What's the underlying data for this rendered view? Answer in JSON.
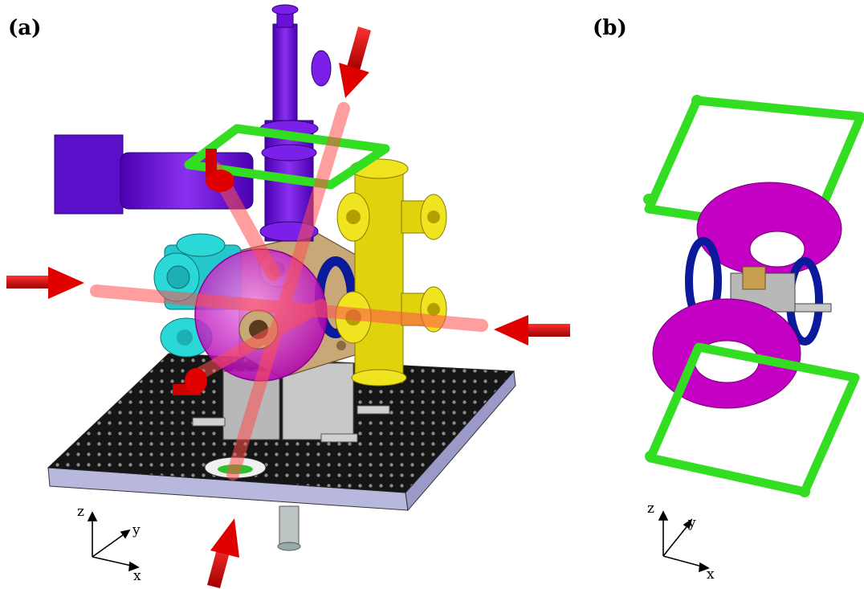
{
  "panels": [
    {
      "label": "(a)"
    },
    {
      "label": "(b)"
    }
  ],
  "axes_a": {
    "z": "z",
    "y": "y",
    "x": "x"
  },
  "axes_b": {
    "z": "z",
    "y": "y",
    "x": "x"
  },
  "colors": {
    "arrow_red": "#e00000",
    "beam_pink": "#ff6f6f",
    "coil_green": "#33dd22",
    "coil_magenta": "#c400c4",
    "coil_blue": "#0a1a9a",
    "valve_purple": "#6a10d8",
    "cross_cyan": "#22d4d4",
    "cross_yellow": "#e8dc10",
    "chamber_gold": "#c9a878",
    "breadboard_black": "#1a1a1a",
    "plate_lavender": "#b8b8de",
    "mount_gray": "#b8b8b8"
  }
}
